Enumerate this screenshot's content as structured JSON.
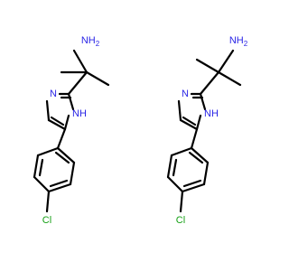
{
  "colors": {
    "bond": "#000000",
    "nitrogen": "#2a25e6",
    "chlorine": "#15a015",
    "background": "#ffffff"
  },
  "molecules": [
    {
      "amine_label": "NH",
      "amine_sub": "2",
      "ring_n_label": "N",
      "ring_nh_label": "NH",
      "halogen_label": "Cl"
    },
    {
      "amine_label": "NH",
      "amine_sub": "2",
      "ring_n_label": "N",
      "ring_nh_label": "NH",
      "halogen_label": "Cl"
    }
  ]
}
